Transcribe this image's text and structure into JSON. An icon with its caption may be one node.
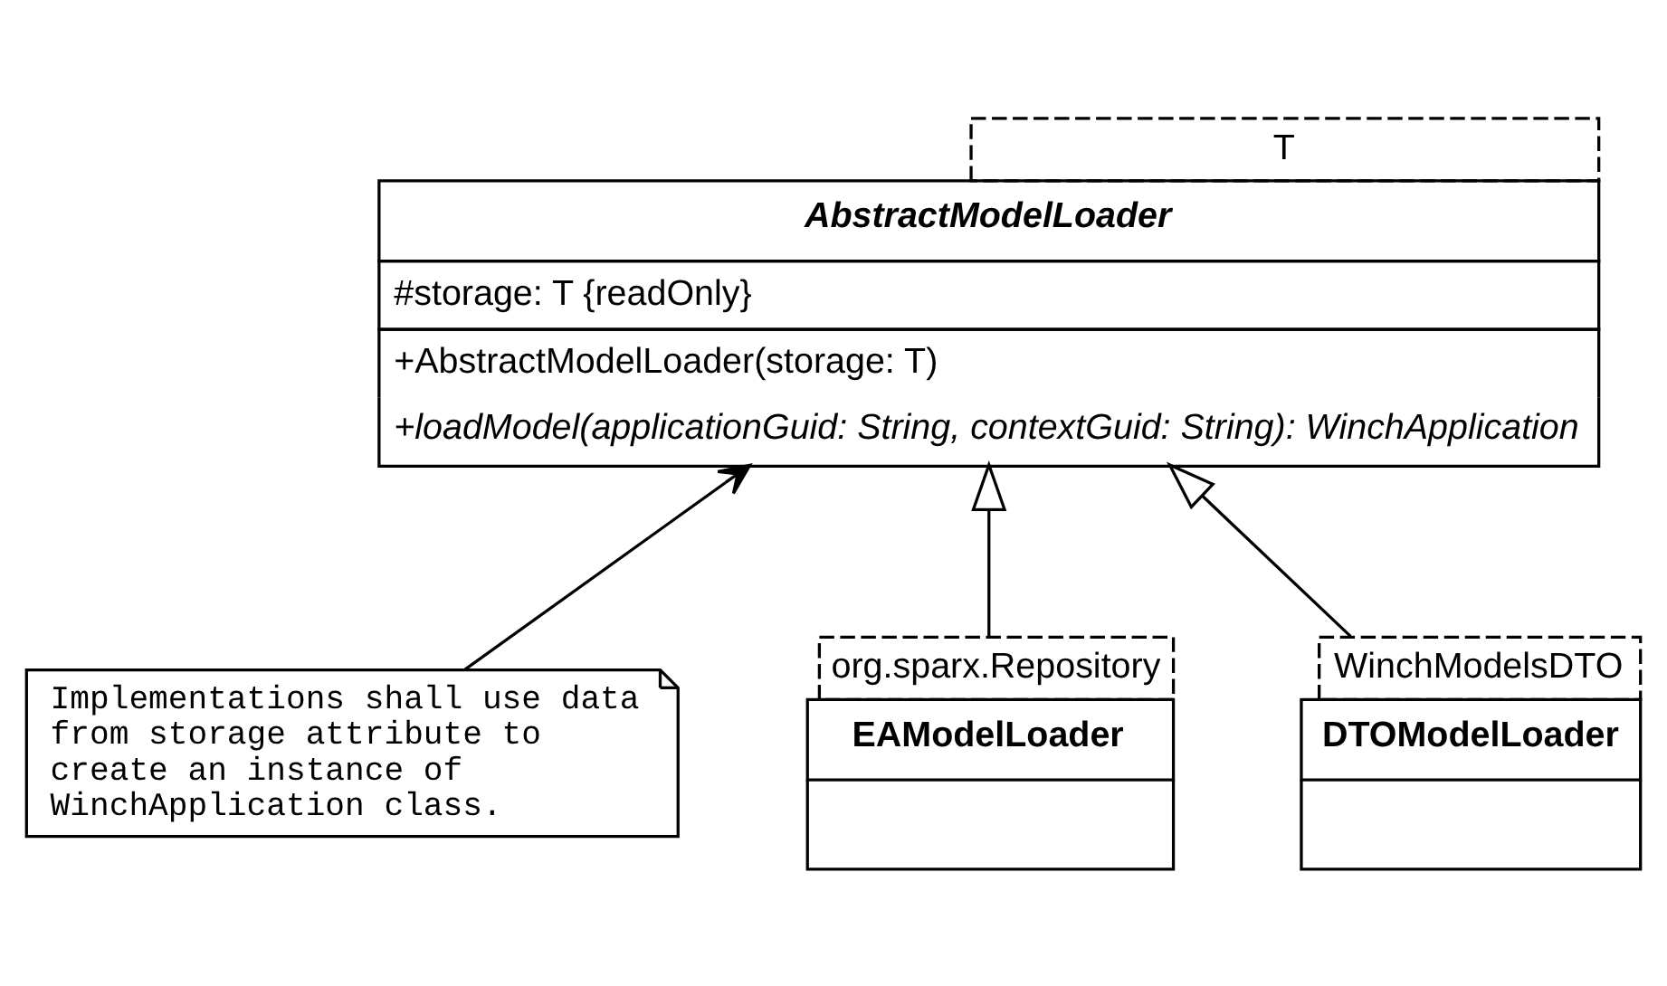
{
  "diagram": {
    "nodes": [
      {
        "text": [
          "T",
          "AbstractModelLoader",
          "#storage: T {readOnly}",
          "+AbstractModelLoader(storage: T)",
          "+loadModel(applicationGuid: String, contextGuid: String): WinchApplication"
        ]
      },
      {
        "text": [
          "Implementations shall use data from storage attribute to create an instance of WinchApplication class."
        ]
      },
      {
        "text": [
          "org.sparx.Repository",
          "EAModelLoader"
        ]
      },
      {
        "text": [
          "WinchModelsDTO",
          "DTOModelLoader"
        ]
      }
    ],
    "edges": [
      {
        "from": 1,
        "to": 0,
        "arrow": "to"
      },
      {
        "from": 2,
        "to": 0,
        "arrow": "to"
      },
      {
        "from": 3,
        "to": 0,
        "arrow": "to"
      }
    ]
  }
}
